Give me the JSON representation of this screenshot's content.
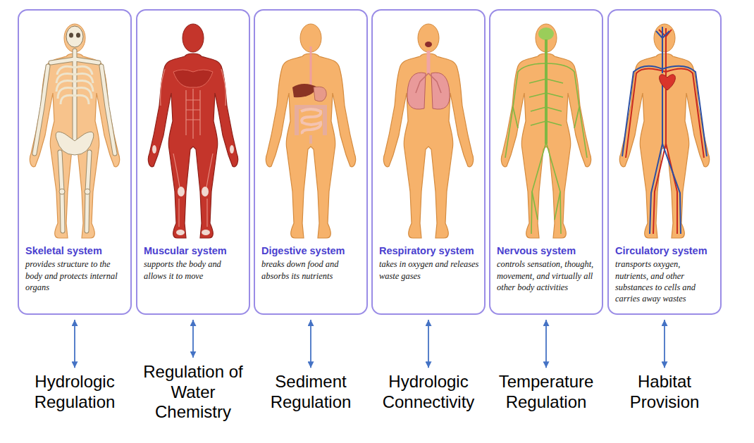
{
  "diagram": {
    "nodes": [
      {
        "text": [
          "Skeletal system",
          "provides structure to the body and protects internal organs"
        ]
      },
      {
        "text": [
          "Muscular system",
          "supports the body and allows it to move"
        ]
      },
      {
        "text": [
          "Digestive system",
          "breaks down food and absorbs its nutrients"
        ]
      },
      {
        "text": [
          "Respiratory system",
          "takes in oxygen and releases waste gases"
        ]
      },
      {
        "text": [
          "Nervous system",
          "controls sensation, thought, movement, and virtually all other body activities"
        ]
      },
      {
        "text": [
          "Circulatory system",
          "transports oxygen, nutrients, and other substances to cells and carries away wastes"
        ]
      },
      {
        "text": [
          "Hydrologic Regulation"
        ]
      },
      {
        "text": [
          "Regulation of Water Chemistry"
        ]
      },
      {
        "text": [
          "Sediment Regulation"
        ]
      },
      {
        "text": [
          "Hydrologic Connectivity"
        ]
      },
      {
        "text": [
          "Temperature Regulation"
        ]
      },
      {
        "text": [
          "Habitat Provision"
        ]
      }
    ],
    "edges": [
      {
        "from": 0,
        "to": 6,
        "arrow": "both"
      },
      {
        "from": 1,
        "to": 7,
        "arrow": "both"
      },
      {
        "from": 2,
        "to": 8,
        "arrow": "both"
      },
      {
        "from": 3,
        "to": 9,
        "arrow": "both"
      },
      {
        "from": 4,
        "to": 10,
        "arrow": "both"
      },
      {
        "from": 5,
        "to": 11,
        "arrow": "both"
      }
    ]
  }
}
